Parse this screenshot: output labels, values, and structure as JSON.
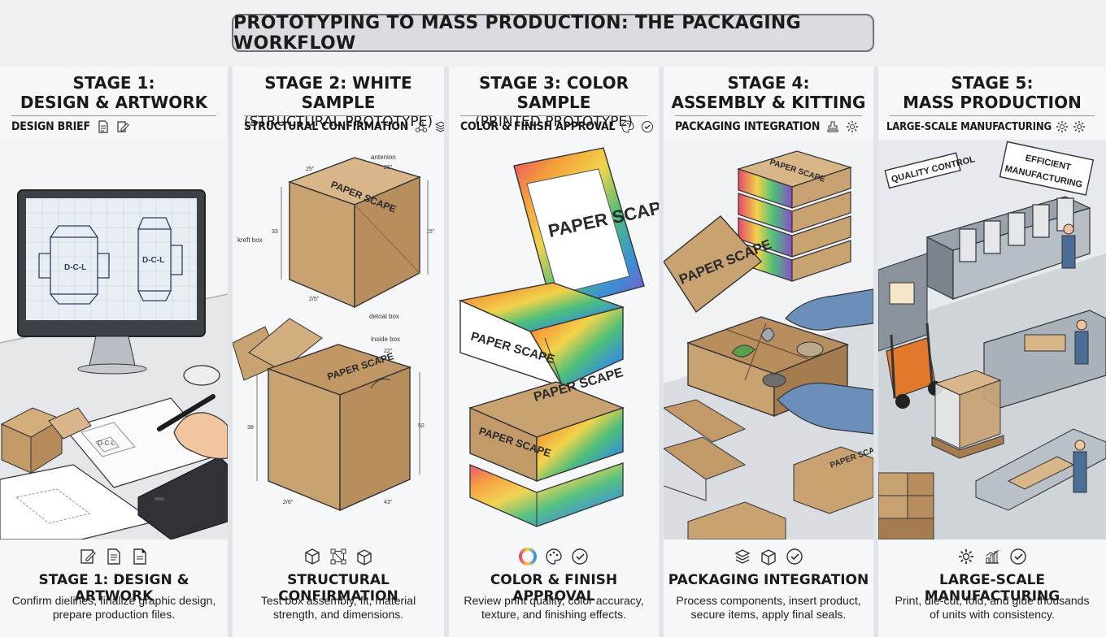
{
  "title": "PROTOTYPING TO MASS PRODUCTION: THE PACKAGING WORKFLOW",
  "stages": [
    {
      "heading_line1": "STAGE 1:",
      "heading_line2": "DESIGN & ARTWORK",
      "subheading": "DESIGN BRIEF",
      "caption": "STAGE 1: DESIGN & ARTWORK",
      "desc_line1": "Confirm dielines, finalize graphic design,",
      "desc_line2": "prepare production files.",
      "art_labels": [
        "D-C-L",
        "D-C-L",
        "D-C-L"
      ],
      "icons": [
        "edit-icon",
        "document-icon",
        "file-icon"
      ]
    },
    {
      "heading_line1": "STAGE 2: WHITE SAMPLE",
      "heading_line2": "(STRUCTURAL PROTOTYPE)",
      "subheading": "STRUCTURAL CONFIRMATION",
      "caption": "STRUCTURAL CONFIRMATION",
      "desc_line1": "Test box assembly, fit, material",
      "desc_line2": "strength, and dimensions.",
      "art_labels": [
        "antenion",
        "kreft box",
        "detoal box",
        "inside box",
        "PAPER SCAPE",
        "PAPER SCAPE"
      ],
      "icons": [
        "cube-icon",
        "vector-icon",
        "box-icon"
      ]
    },
    {
      "heading_line1": "STAGE 3: COLOR SAMPLE",
      "heading_line2": "(PRINTED PROTOTYPE)",
      "subheading": "COLOR & FINISH APPROVAL",
      "caption": "COLOR & FINISH APPROVAL",
      "desc_line1": "Review print quality, color accuracy,",
      "desc_line2": "texture, and finishing effects.",
      "art_labels": [
        "PAPER SCAPE",
        "PAPER SCAPE",
        "PAPER SCAPE",
        "PAPER SCAPE"
      ],
      "icons": [
        "color-wheel-icon",
        "palette-icon",
        "check-circle-icon"
      ]
    },
    {
      "heading_line1": "STAGE 4:",
      "heading_line2": "ASSEMBLY & KITTING",
      "subheading": "PACKAGING INTEGRATION",
      "caption": "PACKAGING INTEGRATION",
      "desc_line1": "Process components, insert product,",
      "desc_line2": "secure items, apply final seals.",
      "art_labels": [
        "PAPER SCAPE",
        "PAPER SCAPE",
        "PAPER SCAPE"
      ],
      "icons": [
        "layers-icon",
        "box-icon",
        "check-circle-icon"
      ]
    },
    {
      "heading_line1": "STAGE 5:",
      "heading_line2": "MASS PRODUCTION",
      "subheading": "LARGE-SCALE MANUFACTURING",
      "caption": "LARGE-SCALE MANUFACTURING",
      "desc_line1": "Print, die-cut, fold, and glue thousands",
      "desc_line2": "of units with consistency.",
      "art_labels": [
        "QUALITY CONTROL",
        "EFFICIENT",
        "MANUFACTURING"
      ],
      "icons": [
        "gear-icon",
        "bar-chart-icon",
        "check-circle-icon"
      ]
    }
  ],
  "colors": {
    "kraft": "#c9a272",
    "kraft_dark": "#a47c4f",
    "outline": "#2a2a2a",
    "panel": "#f6f7f9",
    "title_bg": "#d9dde2"
  }
}
